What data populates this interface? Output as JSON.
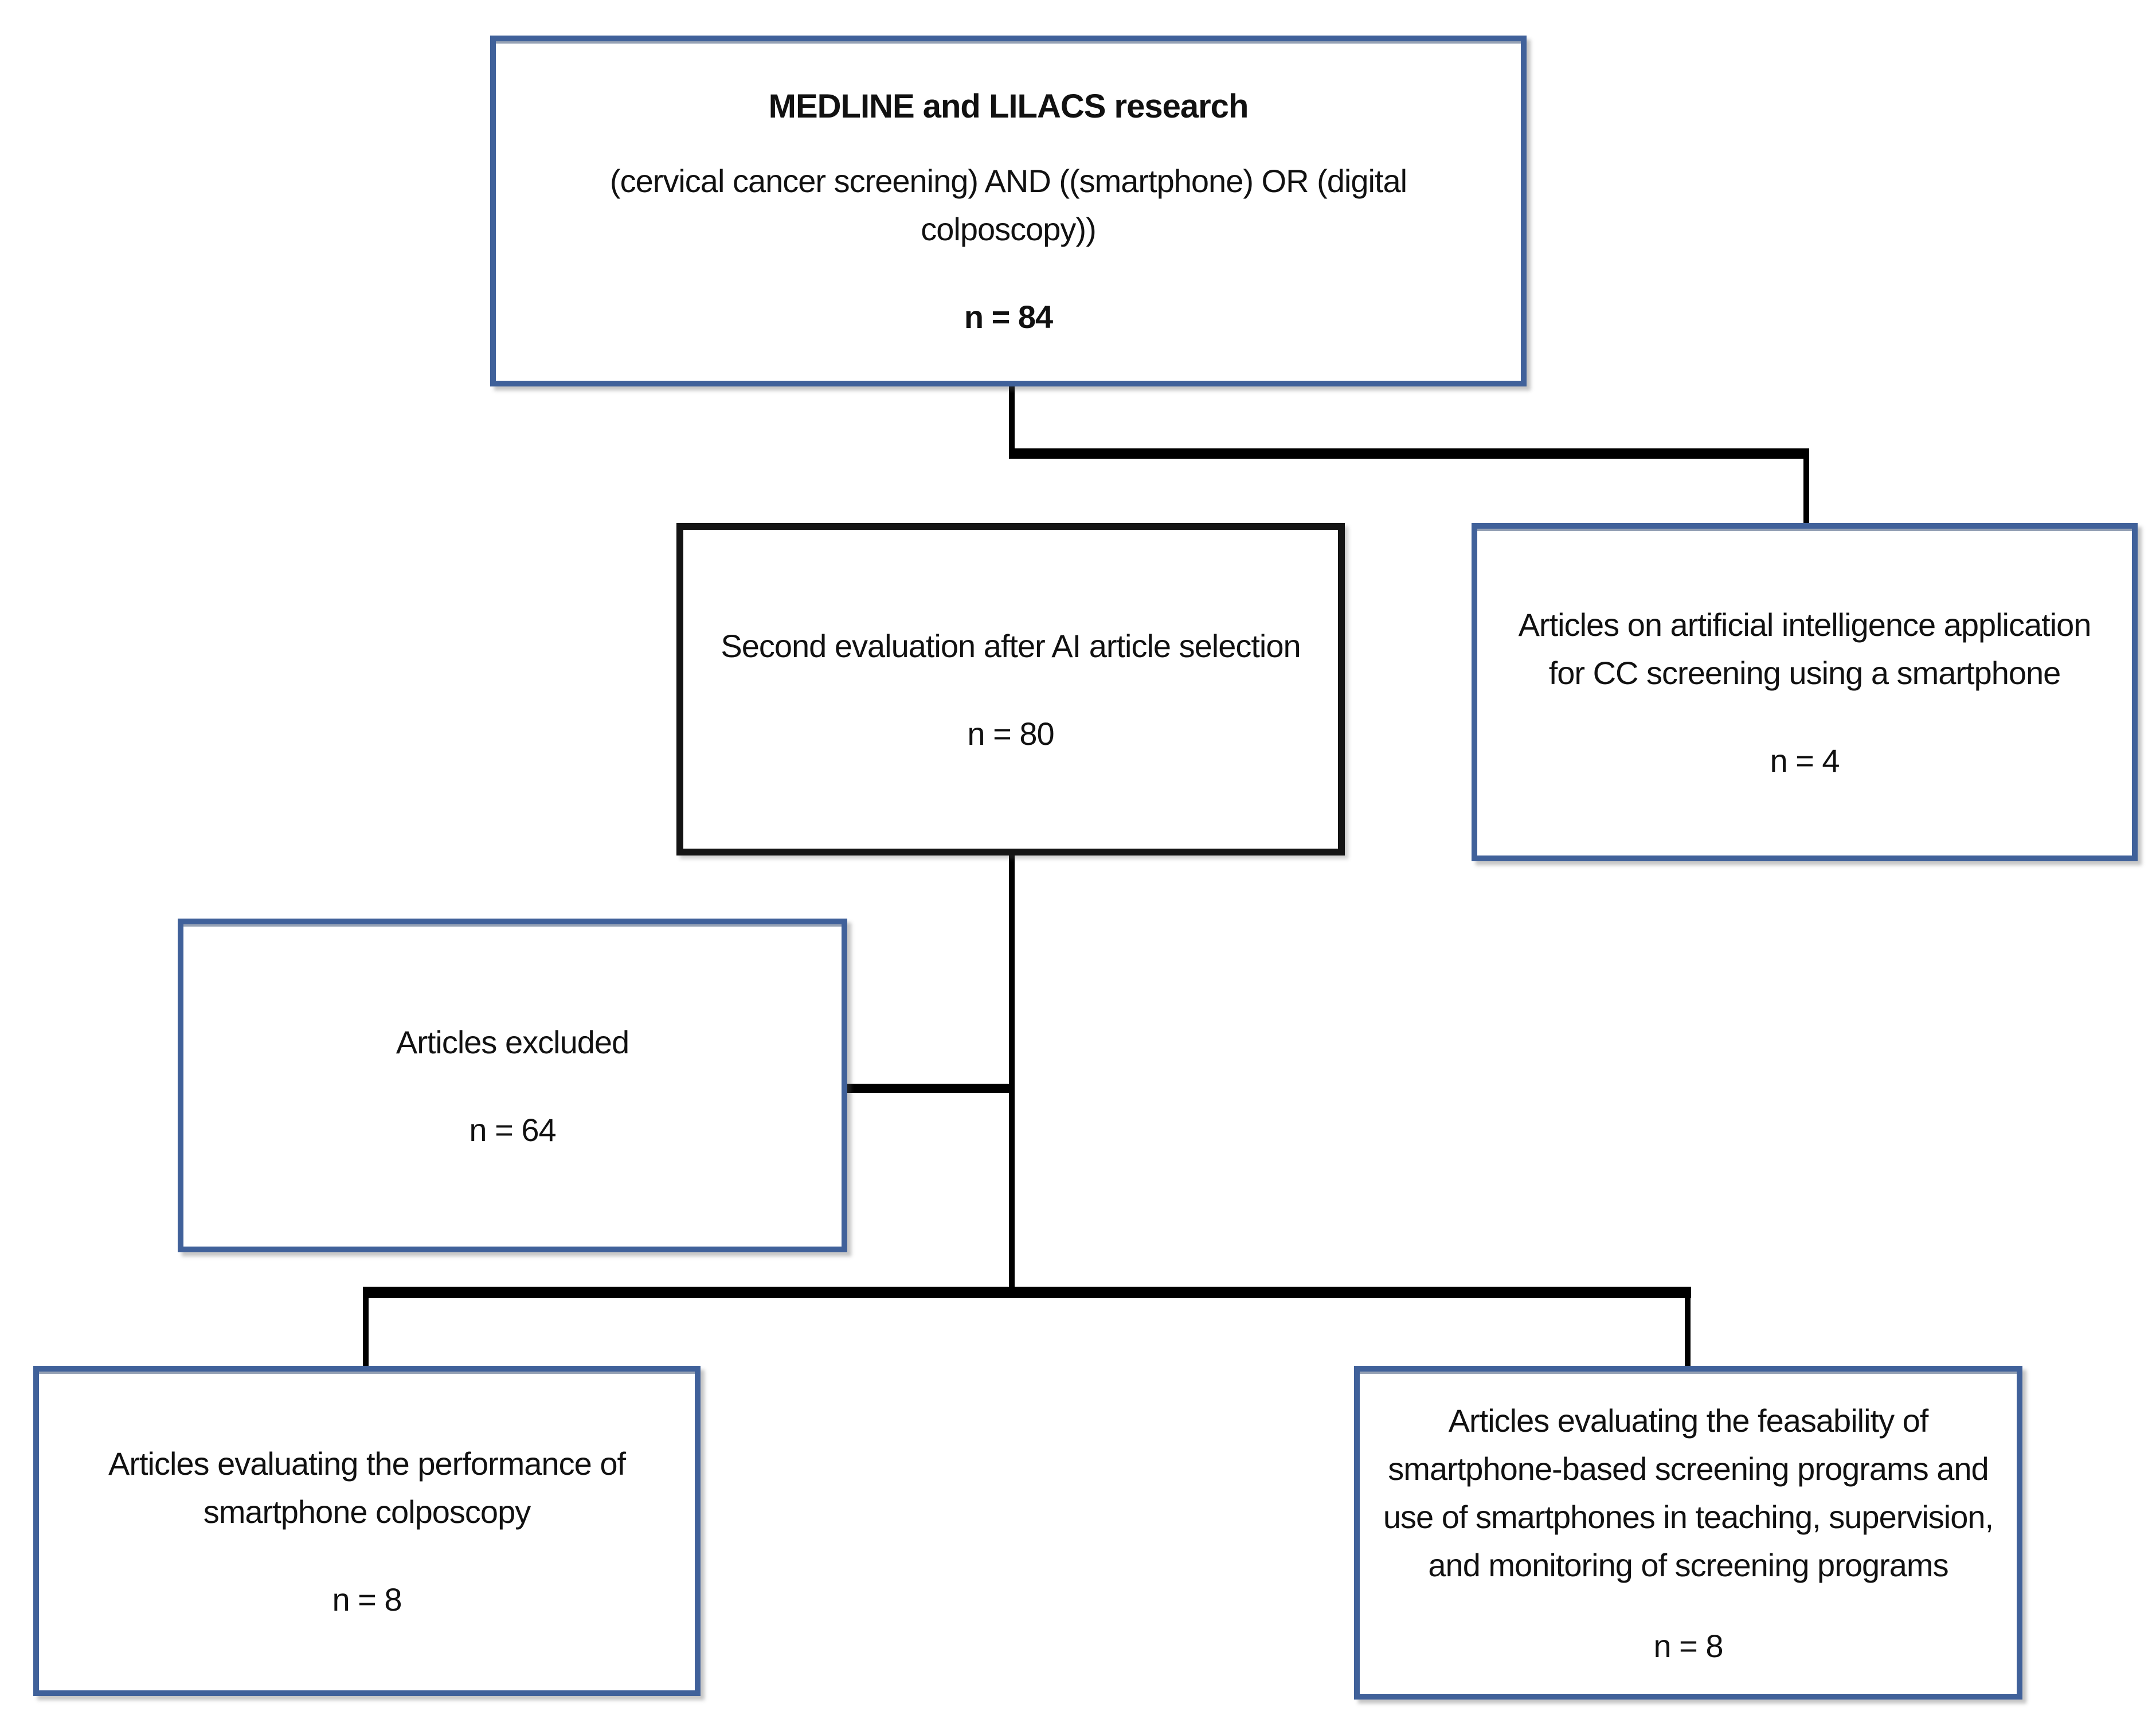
{
  "diagram": {
    "boxes": {
      "search": {
        "title": "MEDLINE and LILACS research",
        "query": "(cervical cancer screening) AND ((smartphone) OR (digital colposcopy))",
        "count": "n = 84"
      },
      "second_evaluation": {
        "text": "Second evaluation after AI article selection",
        "count": "n = 80"
      },
      "ai_application": {
        "text": "Articles on artificial intelligence application for CC screening using a smartphone",
        "count": "n = 4"
      },
      "excluded": {
        "text": "Articles excluded",
        "count": "n = 64"
      },
      "performance": {
        "text": "Articles evaluating the performance of smartphone colposcopy",
        "count": "n = 8"
      },
      "feasibility": {
        "text": "Articles evaluating the feasability of smartphone-based screening programs and use of smartphones in teaching, supervision, and monitoring of screening programs",
        "count": "n = 8"
      }
    },
    "colors": {
      "blue_border": "#40619a",
      "black_border": "#141414",
      "connector": "#000000",
      "background": "#ffffff",
      "text": "#111111"
    }
  }
}
